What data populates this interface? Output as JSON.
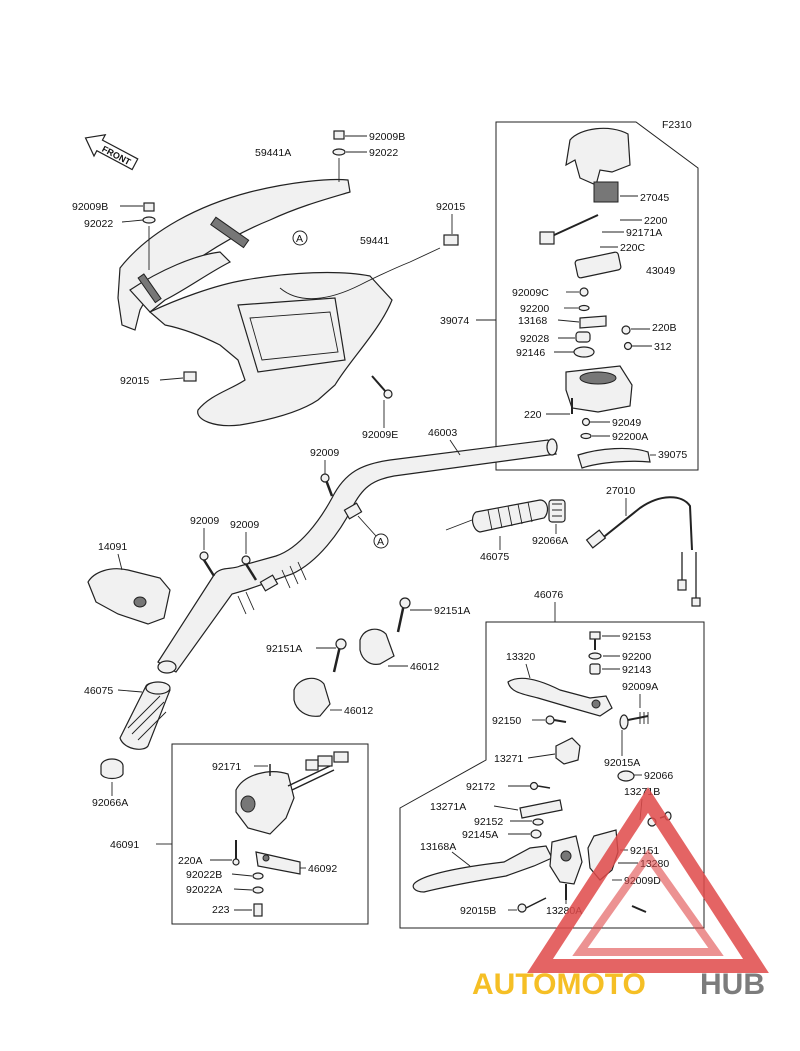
{
  "diagram_code": "F2310",
  "front_arrow": "FRONT",
  "ref_marker": "A",
  "labels": {
    "l92009B_top": "92009B",
    "l92022_top": "92022",
    "l59441A": "59441A",
    "l92009B_left": "92009B",
    "l92022_left": "92022",
    "l92015_top": "92015",
    "l59441": "59441",
    "l92015_left": "92015",
    "l92009E": "92009E",
    "l27045": "27045",
    "l2200_a": "2200",
    "l92171A": "92171A",
    "l2200_b": "220C",
    "l43049": "43049",
    "l92009C": "92009C",
    "l92200": "92200",
    "l39074": "39074",
    "l13168": "13168",
    "l220B": "220B",
    "l92028": "92028",
    "l312": "312",
    "l92146": "92146",
    "l220": "220",
    "l92049": "92049",
    "l92200A": "92200A",
    "l39075": "39075",
    "l46003": "46003",
    "l92009_a": "92009",
    "l27010": "27010",
    "l92009_b": "92009",
    "l92009_c": "92009",
    "l14091": "14091",
    "l46075_mid": "46075",
    "l92066A_mid": "92066A",
    "l46076": "46076",
    "l92151A_right": "92151A",
    "l92151A_left": "92151A",
    "l46012_right": "46012",
    "l46012_left": "46012",
    "l46075_left": "46075",
    "l92066A_left": "92066A",
    "l13320": "13320",
    "l92153": "92153",
    "l92200_r": "92200",
    "l92143": "92143",
    "l92009A": "92009A",
    "l92150": "92150",
    "l13271": "13271",
    "l92015A": "92015A",
    "l92066": "92066",
    "l92172": "92172",
    "l13271B": "13271B",
    "l13271A": "13271A",
    "l92152": "92152",
    "l92145A": "92145A",
    "l13168A": "13168A",
    "l92151": "92151",
    "l13280": "13280",
    "l92009D": "92009D",
    "l92015B": "92015B",
    "l13280A": "13280A",
    "l92171": "92171",
    "l46091": "46091",
    "l220A": "220A",
    "l92022B": "92022B",
    "l46092": "46092",
    "l92022A": "92022A",
    "l223": "223"
  },
  "watermark": {
    "part1": "AUTOMOTO",
    "part2": "HUB",
    "color_accent": "#f4b400",
    "color_dark": "#666666",
    "color_triangle": "#e04a4a"
  }
}
